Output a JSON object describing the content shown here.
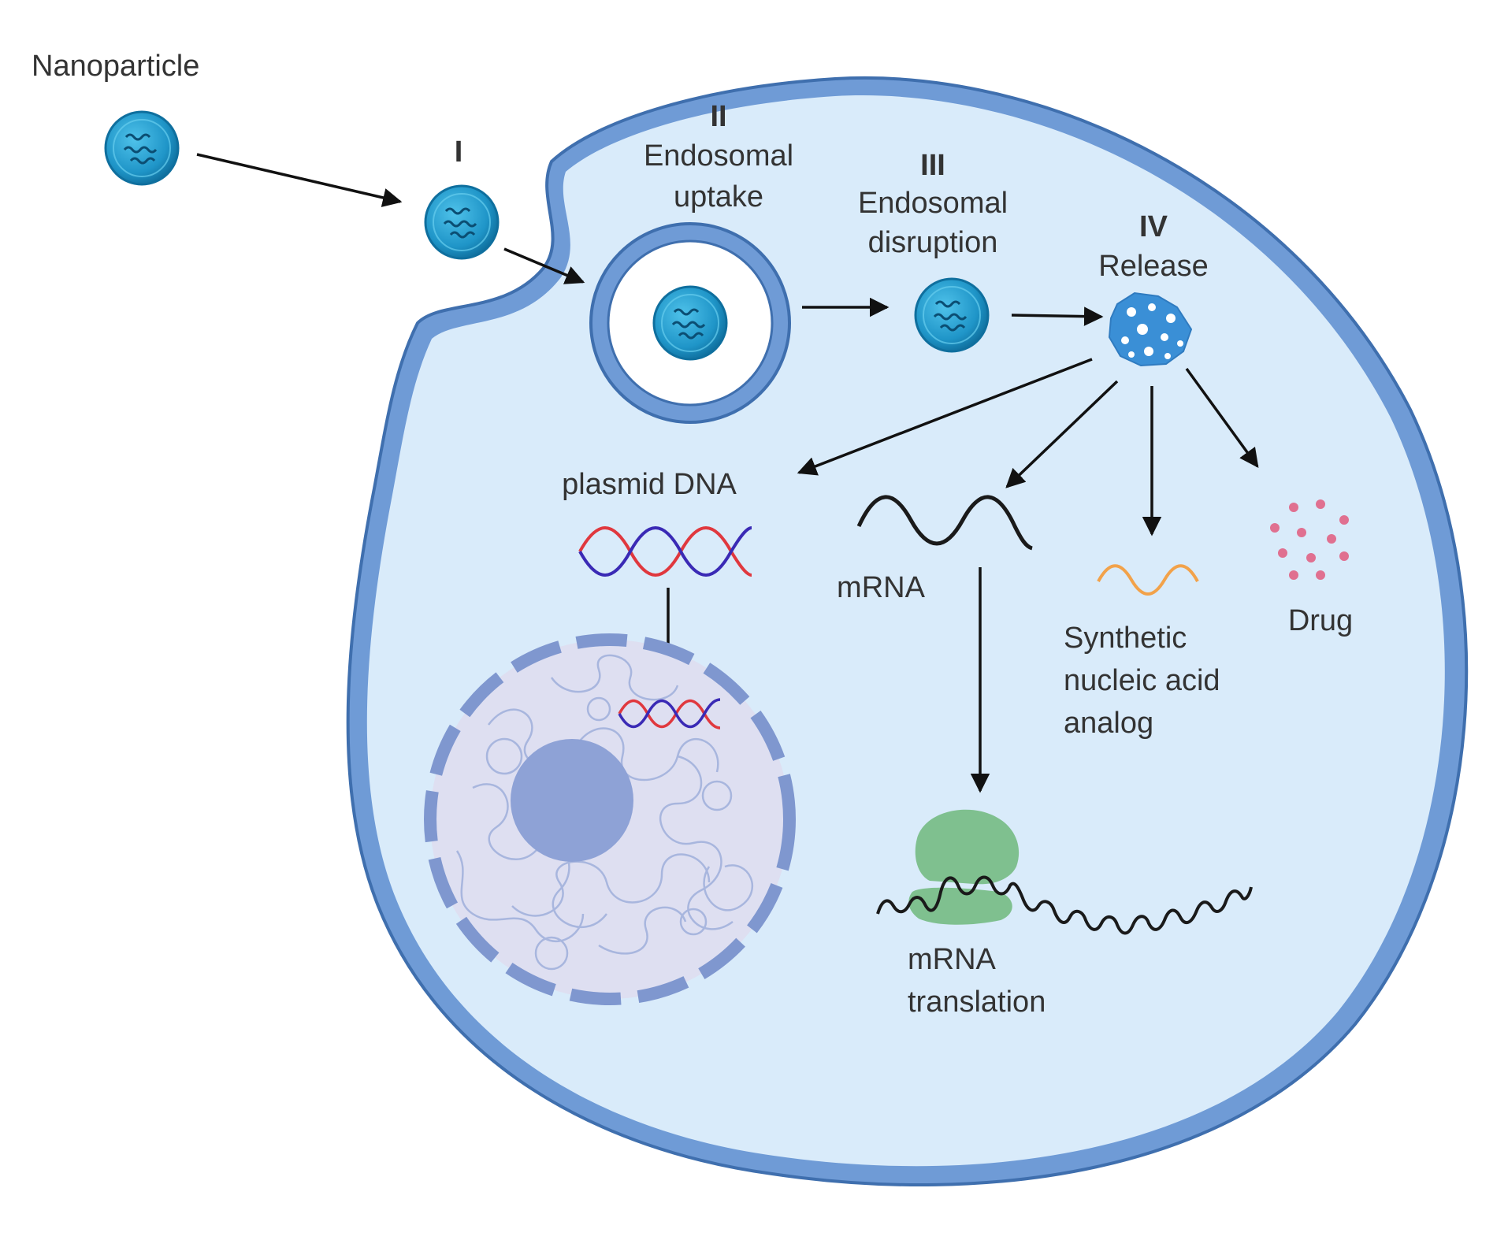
{
  "labels": {
    "nanoparticle": "Nanoparticle",
    "step1": {
      "numeral": "I"
    },
    "step2": {
      "numeral": "II",
      "line1": "Endosomal",
      "line2": "uptake"
    },
    "step3": {
      "numeral": "III",
      "line1": "Endosomal",
      "line2": "disruption"
    },
    "step4": {
      "numeral": "IV",
      "line1": "Release"
    },
    "plasmid_dna": "plasmid DNA",
    "mrna": "mRNA",
    "synthetic": {
      "line1": "Synthetic",
      "line2": "nucleic acid",
      "line3": "analog"
    },
    "drug": "Drug",
    "translation": {
      "line1": "mRNA",
      "line2": "translation"
    }
  },
  "colors": {
    "cytoplasm": "#d9ebfa",
    "membrane": "#6f9bd6",
    "membrane_edge": "#3f6fae",
    "nanoparticle": "#1f95c8",
    "nanoparticle_dark": "#0f6f9e",
    "nucleus": "#dedff1",
    "nucleus_border": "#7f97cf",
    "nucleolus": "#8ea2d6",
    "chromatin": "#a3b2dc",
    "dna_red": "#e0383e",
    "dna_blue": "#3a2ab5",
    "mrna": "#1a1a1a",
    "synthetic": "#f2a24a",
    "drug": "#e07090",
    "ribosome": "#7fc08f",
    "arrow": "#111111"
  },
  "icons": [
    "nanoparticle-icon",
    "endosome-icon",
    "released-cargo-icon",
    "plasmid-dna-icon",
    "mrna-strand-icon",
    "synthetic-analog-icon",
    "drug-dots-icon",
    "nucleus-icon",
    "ribosome-icon"
  ]
}
